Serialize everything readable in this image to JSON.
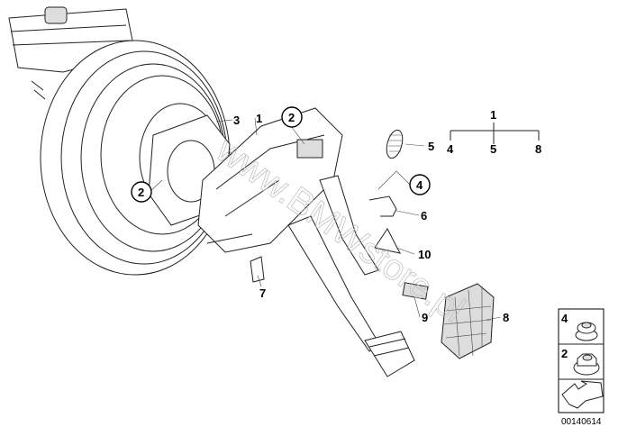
{
  "diagram": {
    "callouts": {
      "c1": "1",
      "c2_top": "2",
      "c2_left": "2",
      "c3": "3",
      "c4": "4",
      "c5": "5",
      "c6": "6",
      "c7": "7",
      "c8": "8",
      "c9": "9",
      "c10": "10"
    },
    "assembly_tree": {
      "parent": "1",
      "children": [
        "4",
        "5",
        "8"
      ]
    },
    "hardware_panel": {
      "items": [
        "4",
        "2"
      ]
    },
    "diagram_number": "00140614",
    "watermark": "www.BMWstore.pl"
  }
}
